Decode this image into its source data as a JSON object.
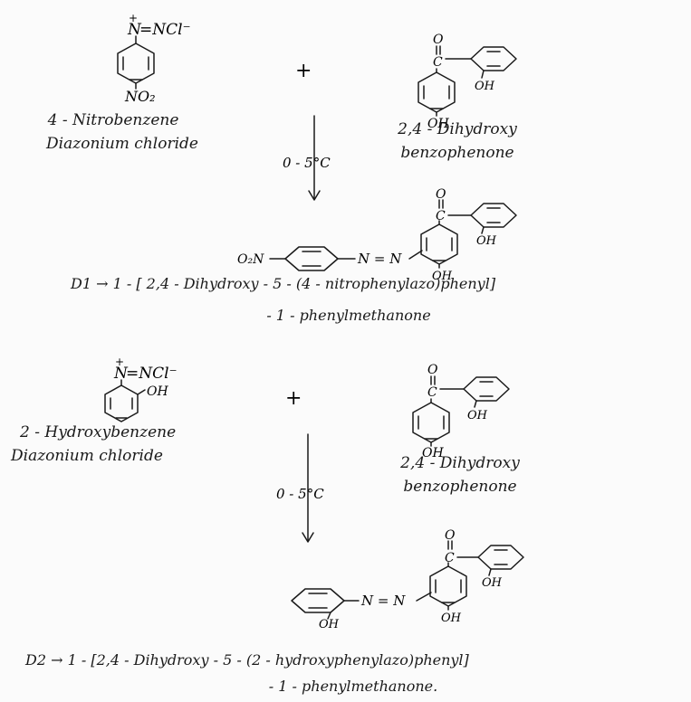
{
  "reaction1": {
    "reagent1": {
      "diazo_top": "N",
      "diazo_plus": "+",
      "diazo_rest": "=NCl⁻",
      "substituent": "NO₂",
      "name_line1": "4 - Nitrobenzene",
      "name_line2": "Diazonium chloride"
    },
    "plus": "+",
    "reagent2": {
      "ketone_o": "O",
      "ketone_c": "C",
      "oh_ring": "OH",
      "oh_bottom": "OH",
      "name_line1": "2,4 - Dihydroxy",
      "name_line2": "benzophenone"
    },
    "condition": "0 - 5°C",
    "product": {
      "left_group": "O₂N",
      "azo": "N = N",
      "ketone_o": "O",
      "ketone_c": "C",
      "oh_ring": "OH",
      "oh_bottom": "OH",
      "name_line1": "D1 →  1 - [ 2,4 - Dihydroxy - 5 - (4 - nitrophenylazo)phenyl]",
      "name_line2": "- 1 - phenylmethanone"
    }
  },
  "reaction2": {
    "reagent1": {
      "diazo_top": "N",
      "diazo_plus": "+",
      "diazo_rest": "=NCl⁻",
      "substituent": "OH",
      "name_line1": "2 - Hydroxybenzene",
      "name_line2": "Diazonium chloride"
    },
    "plus": "+",
    "reagent2": {
      "ketone_o": "O",
      "ketone_c": "C",
      "oh_ring": "OH",
      "oh_bottom": "OH",
      "name_line1": "2,4 - Dihydroxy",
      "name_line2": "benzophenone"
    },
    "condition": "0 - 5°C",
    "product": {
      "azo": "N = N",
      "oh_left": "OH",
      "ketone_o": "O",
      "ketone_c": "C",
      "oh_ring": "OH",
      "oh_bottom": "OH",
      "name_line1": "D2 →  1 - [2,4 - Dihydroxy - 5 - (2 - hydroxyphenylazo)phenyl]",
      "name_line2": "- 1 - phenylmethanone."
    }
  }
}
